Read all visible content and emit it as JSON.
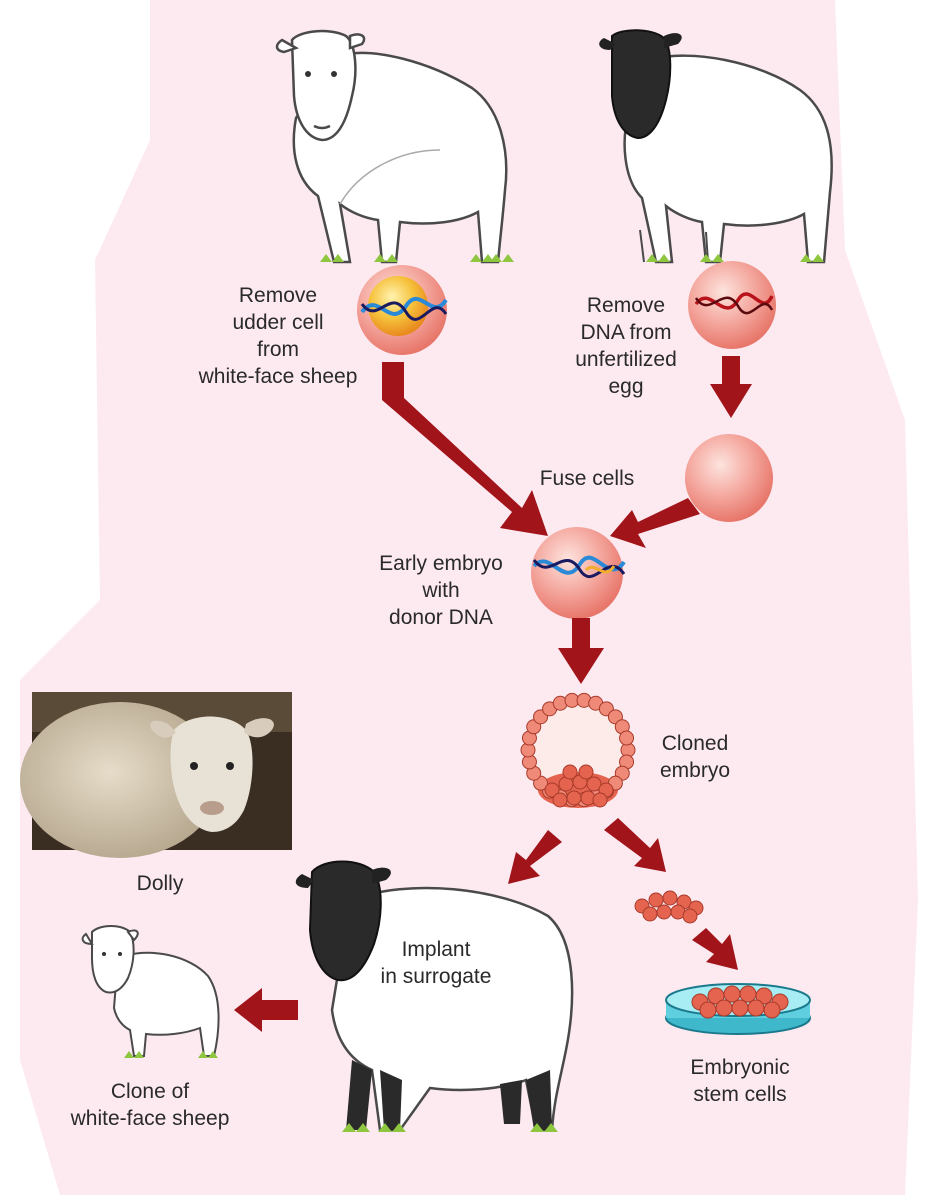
{
  "colors": {
    "background": "#fdeaf1",
    "arrow": "#a0141a",
    "egg": "#f29a90",
    "nucleus": "#f2ad2c",
    "dna_blue": "#2a8ad8",
    "dna_red": "#b8121a",
    "grass": "#8ec63f",
    "dish": "#5fcfe0"
  },
  "icons": {
    "donor_sheep": "white-face-sheep-icon",
    "egg_sheep": "black-face-sheep-icon",
    "surrogate": "black-face-sheep-icon",
    "clone": "lamb-icon",
    "dolly_photo": "sheep-photo-icon"
  },
  "labels": {
    "remove_udder": [
      "Remove",
      "udder cell",
      "from",
      "white-face sheep"
    ],
    "remove_dna": [
      "Remove",
      "DNA from",
      "unfertilized",
      "egg"
    ],
    "fuse": [
      "Fuse cells"
    ],
    "early_embryo": [
      "Early embryo",
      "with",
      "donor DNA"
    ],
    "cloned_embryo": [
      "Cloned",
      "embryo"
    ],
    "dolly": [
      "Dolly"
    ],
    "implant": [
      "Implant",
      "in surrogate"
    ],
    "clone": [
      "Clone of",
      "white-face sheep"
    ],
    "stem_cells": [
      "Embryonic",
      "stem cells"
    ]
  }
}
